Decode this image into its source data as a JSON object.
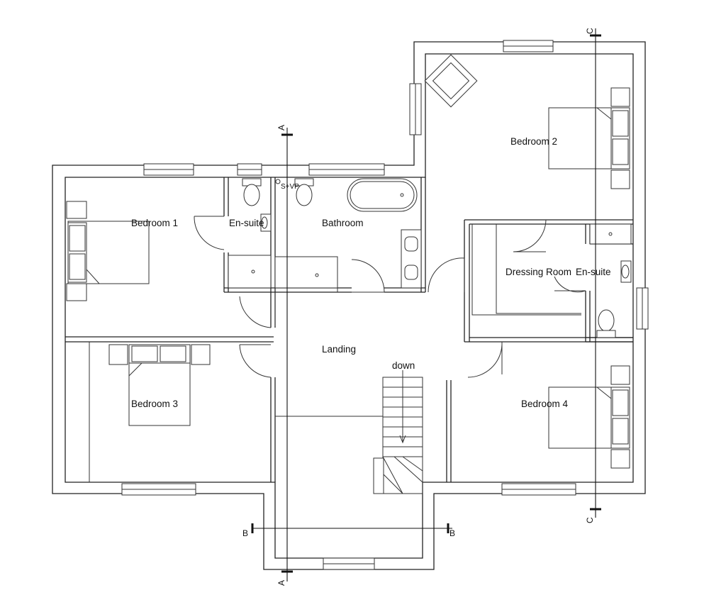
{
  "rooms": {
    "bedroom_1": "Bedroom 1",
    "en_suite_1": "En-suite",
    "bathroom": "Bathroom",
    "bedroom_2": "Bedroom 2",
    "dressing_room": "Dressing Room",
    "en_suite_2": "En-suite",
    "landing": "Landing",
    "bedroom_3": "Bedroom 3",
    "bedroom_4": "Bedroom 4"
  },
  "annotations": {
    "soil_vent_pipe": "S+VP",
    "stair_direction": "down"
  },
  "section_markers": {
    "a": "A",
    "b": "B",
    "c": "C"
  }
}
